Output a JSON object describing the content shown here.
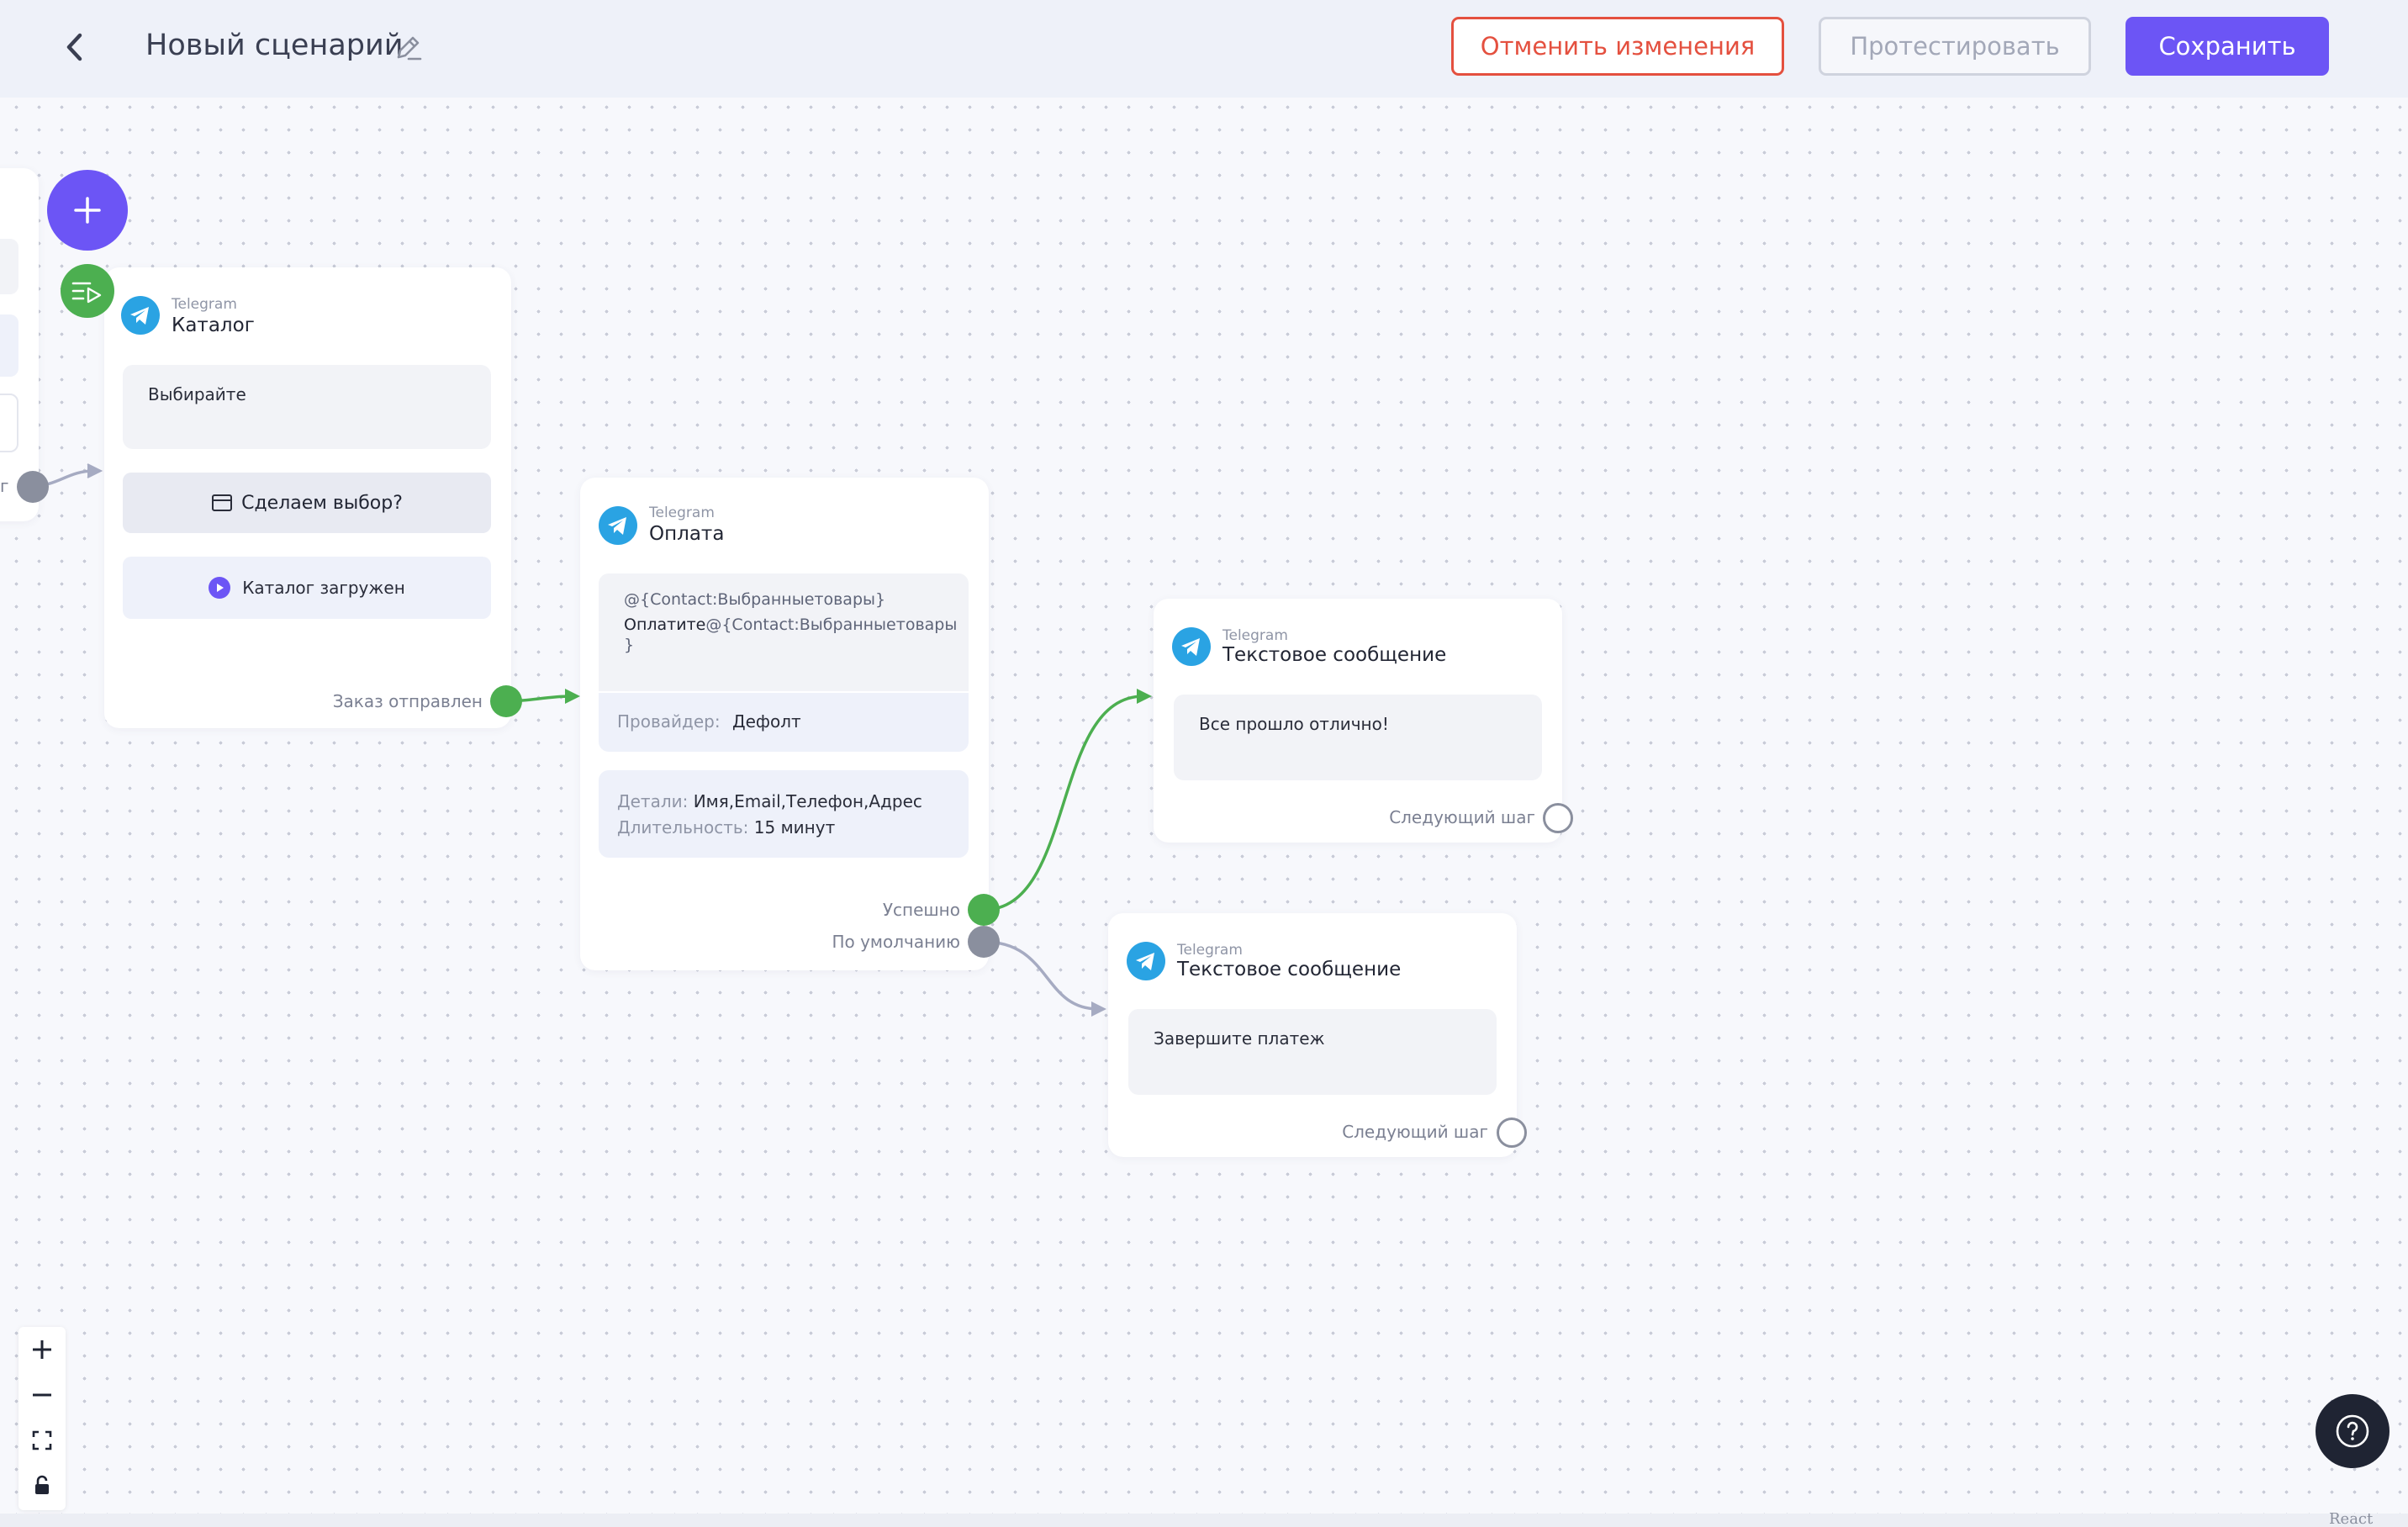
{
  "header": {
    "title": "Новый сценарий",
    "cancel_label": "Отменить изменения",
    "test_label": "Протестировать",
    "save_label": "Сохранить"
  },
  "nodes": {
    "catalog": {
      "channel": "Telegram",
      "title": "Каталог",
      "message": "Выбирайте",
      "button_label": "Сделаем выбор?",
      "event_label": "Каталог загружен",
      "output_label": "Заказ отправлен"
    },
    "payment": {
      "channel": "Telegram",
      "title": "Оплата",
      "line1": "@{Contact:Выбранныетовары}",
      "line2_prefix": "Оплатите",
      "line2_var": "@{Contact:Выбранныетовары",
      "line3": "}",
      "provider_label": "Провайдер:",
      "provider_value": "Дефолт",
      "details_label": "Детали:",
      "details_value": "Имя,Email,Телефон,Адрес",
      "duration_label": "Длительность:",
      "duration_value": "15 минут",
      "success_label": "Успешно",
      "default_label": "По умолчанию"
    },
    "text_ok": {
      "channel": "Telegram",
      "title": "Текстовое сообщение",
      "message": "Все прошло отлично!",
      "next_label": "Следующий шаг"
    },
    "text_pay": {
      "channel": "Telegram",
      "title": "Текстовое сообщение",
      "message": "Завершите платеж",
      "next_label": "Следующий шаг"
    },
    "left_partial": {
      "output_fragment": "г"
    }
  },
  "attribution": "React Flow",
  "colors": {
    "accent": "#6c55f5",
    "danger": "#e4503f",
    "success": "#4caf50",
    "telegram": "#2aa3e3",
    "muted_handle": "#8a8f9e"
  },
  "icons": [
    "back-chevron-icon",
    "edit-pencil-icon",
    "telegram-icon",
    "plus-icon",
    "start-flow-icon",
    "card-icon",
    "play-icon",
    "minus-icon",
    "fit-view-icon",
    "lock-icon",
    "help-icon"
  ]
}
